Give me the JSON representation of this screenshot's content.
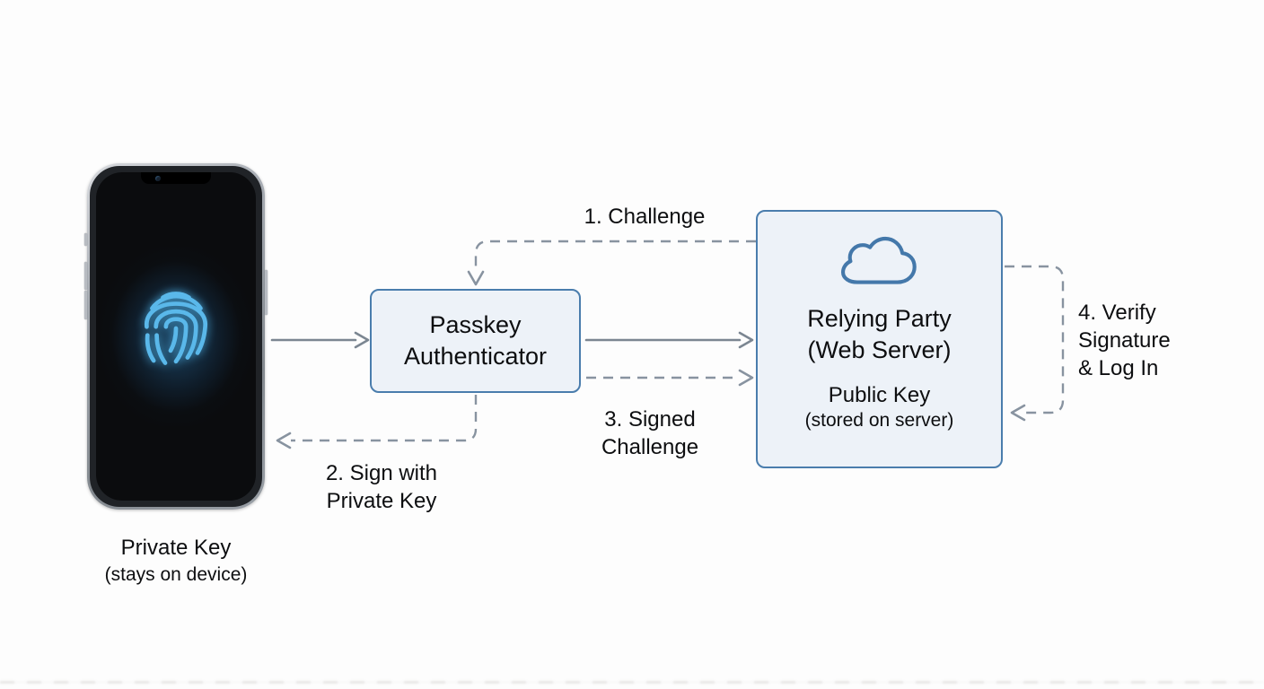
{
  "device": {
    "caption_line1": "Private Key",
    "caption_line2": "(stays on device)"
  },
  "authenticator": {
    "label_line1": "Passkey",
    "label_line2": "Authenticator"
  },
  "relying_party": {
    "title_line1": "Relying Party",
    "title_line2": "(Web Server)",
    "subtitle_line1": "Public Key",
    "subtitle_line2": "(stored on server)"
  },
  "flow_steps": {
    "step1_label": "1. Challenge",
    "step2_label_line1": "2. Sign with",
    "step2_label_line2": "Private Key",
    "step3_label_line1": "3. Signed",
    "step3_label_line2": "Challenge",
    "step4_label_line1": "4. Verify",
    "step4_label_line2": "Signature",
    "step4_label_line3": "& Log In"
  },
  "icons": {
    "fingerprint": "fingerprint-icon",
    "cloud": "cloud-icon"
  },
  "colors": {
    "background": "#fdfdfd",
    "box_fill": "#edf2f8",
    "box_border": "#4a7dad",
    "solid_arrow": "#7b8691",
    "dashed_arrow": "#8893a0",
    "fingerprint_glow": "#5ab8ea",
    "cloud_stroke": "#4478aa",
    "text": "#0d0e10"
  }
}
